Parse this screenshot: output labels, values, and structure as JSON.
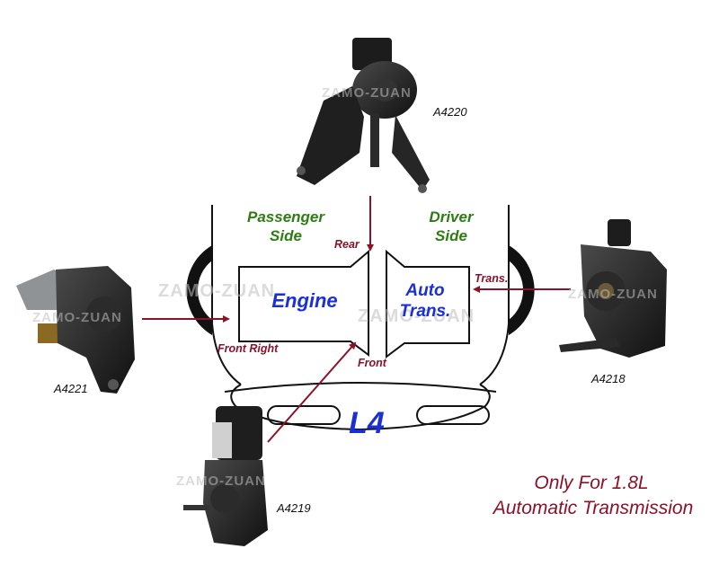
{
  "labels": {
    "passenger_side_line1": "Passenger",
    "passenger_side_line2": "Side",
    "driver_side_line1": "Driver",
    "driver_side_line2": "Side",
    "engine": "Engine",
    "auto_trans_line1": "Auto",
    "auto_trans_line2": "Trans.",
    "rear": "Rear",
    "trans": "Trans.",
    "front_right": "Front Right",
    "front": "Front",
    "engine_code": "L4"
  },
  "parts": {
    "top": "A4220",
    "left": "A4221",
    "right": "A4218",
    "bottom": "A4219"
  },
  "note": {
    "line1": "Only For 1.8L",
    "line2": "Automatic Transmission"
  },
  "watermark": "ZAMO-ZUAN",
  "colors": {
    "side_label": "#2e7d12",
    "box_label": "#1a2fd6",
    "arrow": "#8b1228",
    "outline": "#111111"
  }
}
